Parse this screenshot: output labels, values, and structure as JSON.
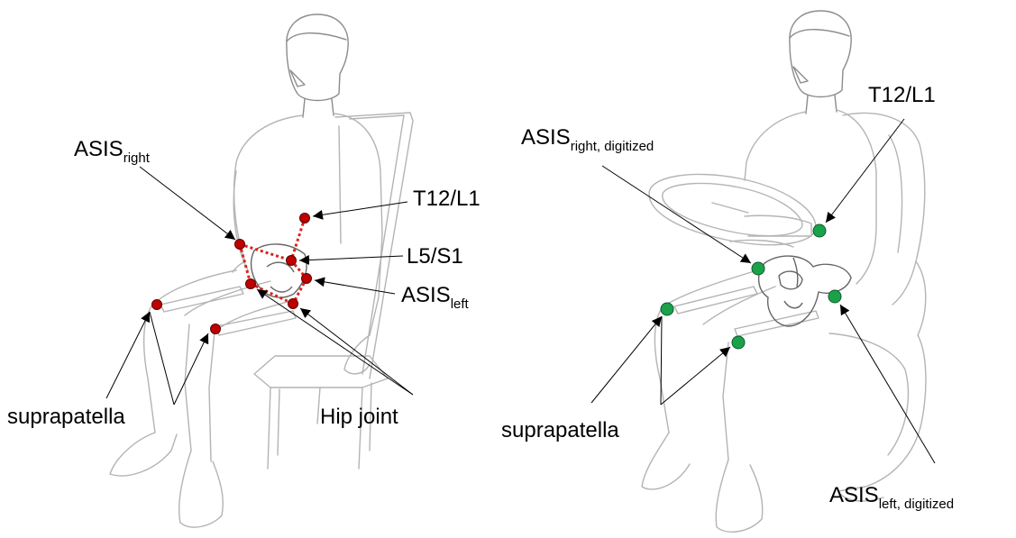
{
  "left_panel": {
    "labels": {
      "asis_right": {
        "main": "ASIS",
        "sub": "right"
      },
      "t12_l1": "T12/L1",
      "l5_s1": "L5/S1",
      "asis_left": {
        "main": "ASIS",
        "sub": "left"
      },
      "suprapatella": "suprapatella",
      "hip_joint": "Hip joint"
    },
    "marker_color": "#c00000",
    "connector_color": "#e0201a"
  },
  "right_panel": {
    "labels": {
      "asis_right_digitized": {
        "main": "ASIS",
        "sub": "right, digitized"
      },
      "t12_l1": "T12/L1",
      "suprapatella": "suprapatella",
      "asis_left_digitized": {
        "main": "ASIS",
        "sub": "left, digitized"
      }
    },
    "marker_color": "#1aa24a"
  }
}
